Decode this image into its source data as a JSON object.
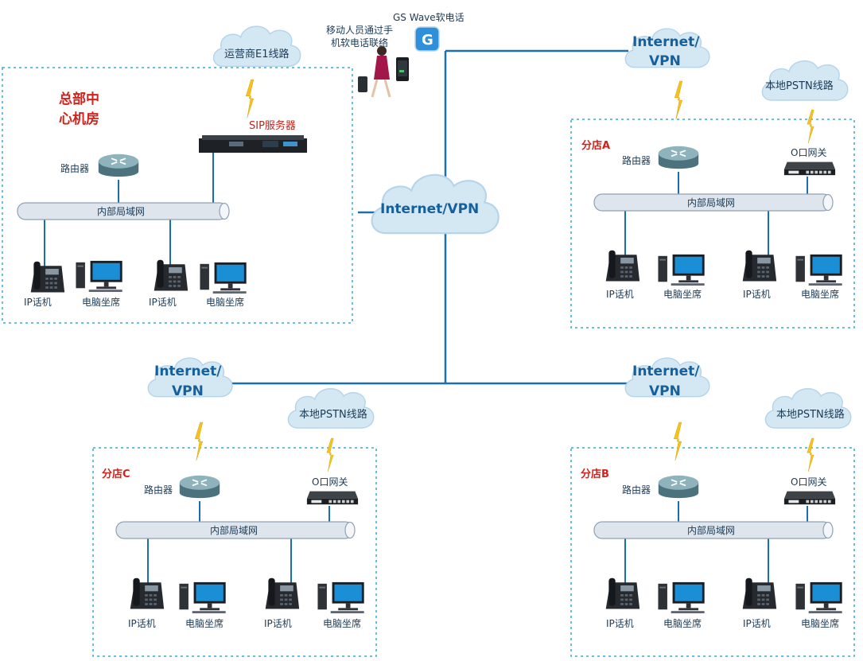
{
  "hq": {
    "title_line1": "总部中",
    "title_line2": "心机房",
    "carrier_cloud": "运营商E1线路",
    "sip_server": "SIP服务器",
    "router": "路由器",
    "lan": "内部局域网",
    "ip_phone_1": "IP话机",
    "pc_1": "电脑坐席",
    "ip_phone_2": "IP话机",
    "pc_2": "电脑坐席"
  },
  "center": {
    "internet": "Internet/VPN",
    "mobile_line1": "移动人员通过手",
    "mobile_line2": "机软电话联络",
    "gs_wave": "GS Wave软电话"
  },
  "branch_a": {
    "title": "分店A",
    "internet_line1": "Internet/",
    "internet_line2": "VPN",
    "pstn": "本地PSTN线路",
    "router": "路由器",
    "gateway": "O口网关",
    "lan": "内部局域网",
    "ip_phone_1": "IP话机",
    "pc_1": "电脑坐席",
    "ip_phone_2": "IP话机",
    "pc_2": "电脑坐席"
  },
  "branch_b": {
    "title": "分店B",
    "internet_line1": "Internet/",
    "internet_line2": "VPN",
    "pstn": "本地PSTN线路",
    "router": "路由器",
    "gateway": "O口网关",
    "lan": "内部局域网",
    "ip_phone_1": "IP话机",
    "pc_1": "电脑坐席",
    "ip_phone_2": "IP话机",
    "pc_2": "电脑坐席"
  },
  "branch_c": {
    "title": "分店C",
    "internet_line1": "Internet/",
    "internet_line2": "VPN",
    "pstn": "本地PSTN线路",
    "router": "路由器",
    "gateway": "O口网关",
    "lan": "内部局域网",
    "ip_phone_1": "IP话机",
    "pc_1": "电脑坐席",
    "ip_phone_2": "IP话机",
    "pc_2": "电脑坐席"
  },
  "colors": {
    "connector": "#1c6fae",
    "dashed_border": "#39a9d6",
    "lan_tube": "#dfe5ec",
    "cloud": "#d4e8f4",
    "title_red": "#d2221b",
    "vpn_text": "#155f9c",
    "lightning": "#f3c21e"
  }
}
